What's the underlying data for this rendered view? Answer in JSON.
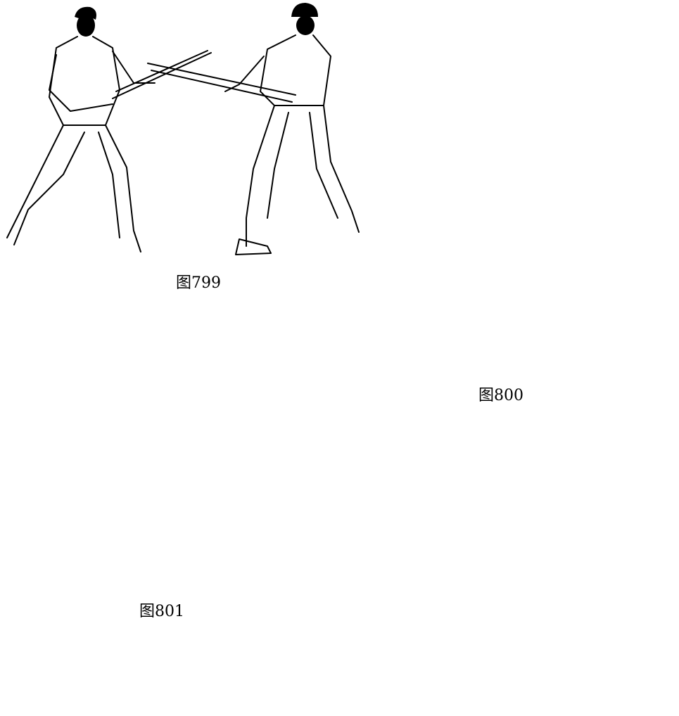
{
  "figures": [
    {
      "caption": "图799"
    },
    {
      "caption": "图800"
    },
    {
      "caption": "图801"
    }
  ],
  "colors": {
    "ink": "#000000",
    "paper": "#ffffff"
  }
}
